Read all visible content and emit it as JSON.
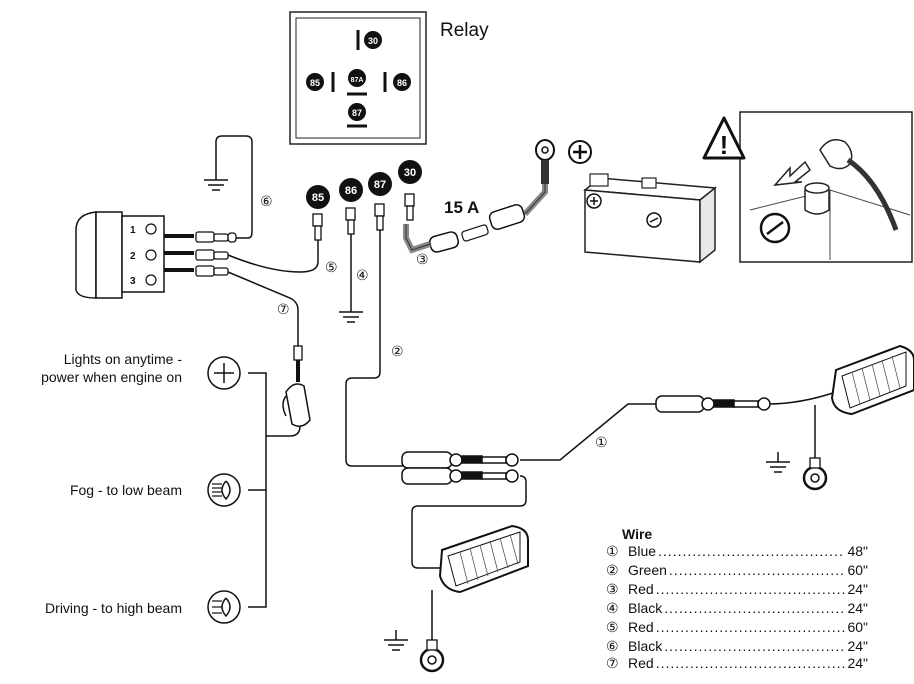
{
  "relay": {
    "title": "Relay",
    "pins": {
      "p30": "30",
      "p85": "85",
      "p86": "86",
      "p87": "87",
      "p87a": "87A"
    }
  },
  "terminals": {
    "t85": "85",
    "t86": "86",
    "t87": "87",
    "t30": "30"
  },
  "fuse_label": "15 A",
  "switch_numbers": [
    "1",
    "2",
    "3"
  ],
  "wire_markers": {
    "w1": "①",
    "w2": "②",
    "w3": "③",
    "w4": "④",
    "w5": "⑤",
    "w6": "⑥",
    "w7": "⑦"
  },
  "modes": {
    "anytime": "Lights on anytime -\npower when engine on",
    "fog": "Fog - to low beam",
    "driving": "Driving - to high beam"
  },
  "wire_table": {
    "title": "Wire",
    "rows": [
      {
        "num": "①",
        "color": "Blue",
        "length": "48\""
      },
      {
        "num": "②",
        "color": "Green",
        "length": "60\""
      },
      {
        "num": "③",
        "color": "Red",
        "length": "24\""
      },
      {
        "num": "④",
        "color": "Black",
        "length": "24\""
      },
      {
        "num": "⑤",
        "color": "Red",
        "length": "60\""
      },
      {
        "num": "⑥",
        "color": "Black",
        "length": "24\""
      },
      {
        "num": "⑦",
        "color": "Red",
        "length": "24\""
      }
    ]
  }
}
